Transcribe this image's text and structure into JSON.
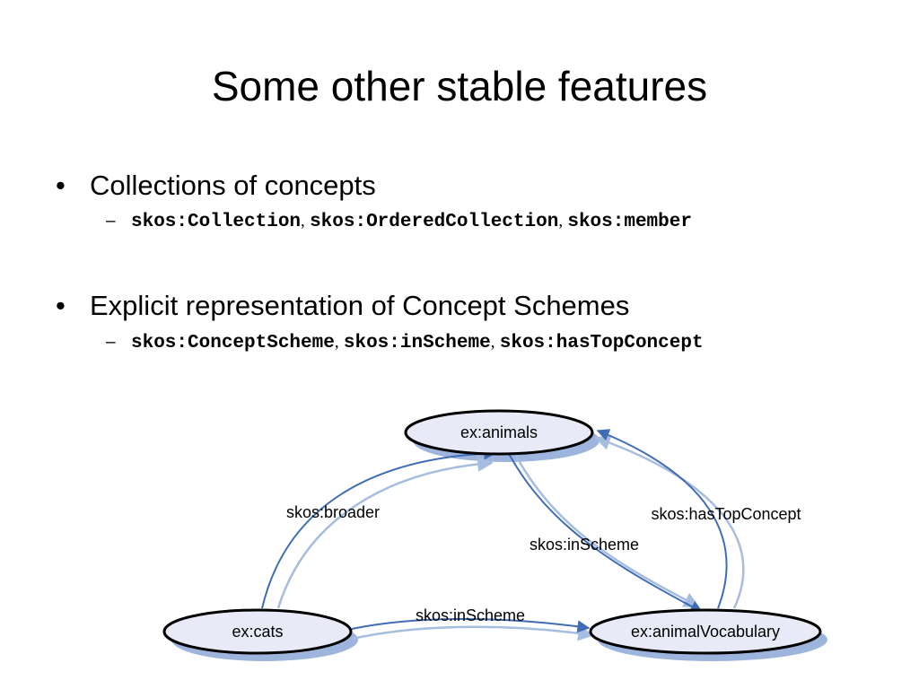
{
  "slide": {
    "title": "Some other stable features",
    "bullets": [
      {
        "bullet": "•",
        "text": "Collections of concepts",
        "sub": {
          "dash": "–",
          "terms": [
            "skos:Collection",
            "skos:OrderedCollection",
            "skos:member"
          ],
          "separator": ","
        }
      },
      {
        "bullet": "•",
        "text": "Explicit representation of Concept Schemes",
        "sub": {
          "dash": "–",
          "terms": [
            "skos:ConceptScheme",
            "skos:inScheme",
            "skos:hasTopConcept"
          ],
          "separator": ","
        }
      }
    ]
  },
  "diagram": {
    "nodes": {
      "animals": "ex:animals",
      "cats": "ex:cats",
      "vocabulary": "ex:animalVocabulary"
    },
    "edges": {
      "broader": "skos:broader",
      "has_top_concept": "skos:hasTopConcept",
      "in_scheme_animals": "skos:inScheme",
      "in_scheme_cats": "skos:inScheme"
    },
    "colors": {
      "node_fill": "#e8ebf7",
      "node_shadow": "#9db4dc",
      "arrow_dark": "#3f6db5",
      "arrow_light": "#a6bde0"
    }
  }
}
